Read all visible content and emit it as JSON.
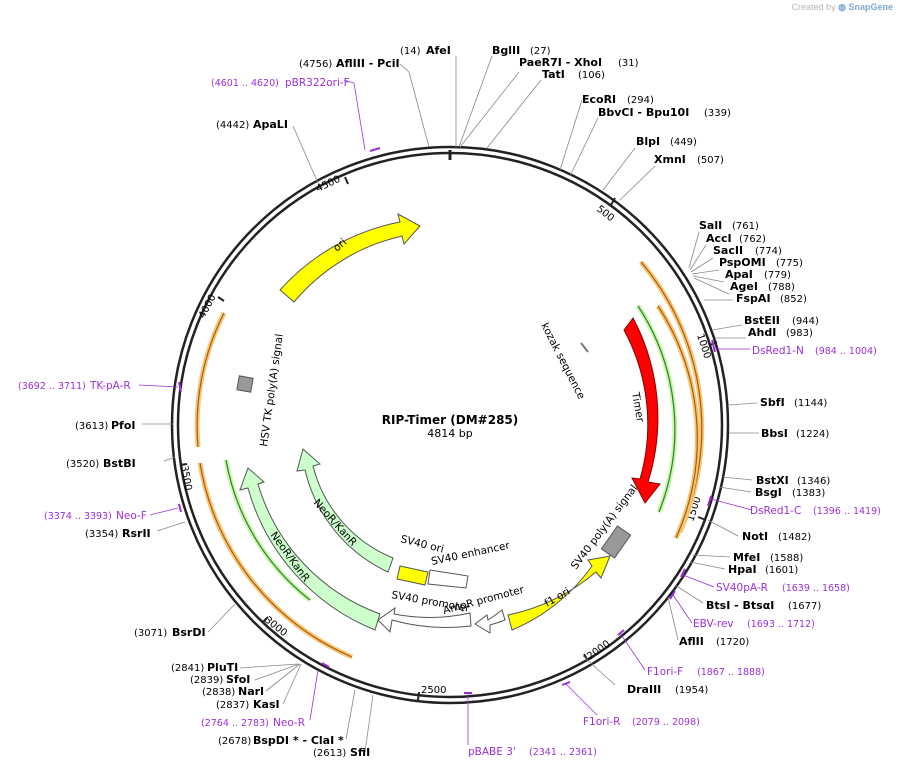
{
  "credit": {
    "prefix": "Created by",
    "brand": "SnapGene"
  },
  "plasmid": {
    "name": "RIP-Timer (DM#285)",
    "length": "4814 bp"
  },
  "tick_labels": [
    "500",
    "1000",
    "1500",
    "2000",
    "2500",
    "3000",
    "3500",
    "4000",
    "4500"
  ],
  "sites": [
    {
      "name": "AflIII  - PciI",
      "num": "(4756)"
    },
    {
      "name": "AfeI",
      "num": "(14)"
    },
    {
      "name": "BglII",
      "num": "(27)"
    },
    {
      "name": "PaeR7I  - XhoI",
      "num": "(31)"
    },
    {
      "name": "TatI",
      "num": "(106)"
    },
    {
      "name": "EcoRI",
      "num": "(294)"
    },
    {
      "name": "BbvCI  - Bpu10I",
      "num": "(339)"
    },
    {
      "name": "BlpI",
      "num": "(449)"
    },
    {
      "name": "XmnI",
      "num": "(507)"
    },
    {
      "name": "SalI",
      "num": "(761)"
    },
    {
      "name": "AccI",
      "num": "(762)"
    },
    {
      "name": "SacII",
      "num": "(774)"
    },
    {
      "name": "PspOMI",
      "num": "(775)"
    },
    {
      "name": "ApaI",
      "num": "(779)"
    },
    {
      "name": "AgeI",
      "num": "(788)"
    },
    {
      "name": "FspAI",
      "num": "(852)"
    },
    {
      "name": "BstEII",
      "num": "(944)"
    },
    {
      "name": "AhdI",
      "num": "(983)"
    },
    {
      "name": "SbfI",
      "num": "(1144)"
    },
    {
      "name": "BbsI",
      "num": "(1224)"
    },
    {
      "name": "BstXI",
      "num": "(1346)"
    },
    {
      "name": "BsgI",
      "num": "(1383)"
    },
    {
      "name": "NotI",
      "num": "(1482)"
    },
    {
      "name": "MfeI",
      "num": "(1588)"
    },
    {
      "name": "HpaI",
      "num": "(1601)"
    },
    {
      "name": "BtsI  - BtsαI",
      "num": "(1677)"
    },
    {
      "name": "AflII",
      "num": "(1720)"
    },
    {
      "name": "DraIII",
      "num": "(1954)"
    },
    {
      "name": "SfiI",
      "num": "(2613)"
    },
    {
      "name": "BspDI *  - ClaI *",
      "num": "(2678)"
    },
    {
      "name": "KasI",
      "num": "(2837)"
    },
    {
      "name": "NarI",
      "num": "(2838)"
    },
    {
      "name": "SfoI",
      "num": "(2839)"
    },
    {
      "name": "PluTI",
      "num": "(2841)"
    },
    {
      "name": "BsrDI",
      "num": "(3071)"
    },
    {
      "name": "RsrII",
      "num": "(3354)"
    },
    {
      "name": "BstBI",
      "num": "(3520)"
    },
    {
      "name": "PfoI",
      "num": "(3613)"
    },
    {
      "name": "ApaLI",
      "num": "(4442)"
    }
  ],
  "primers": [
    {
      "name": "pBR322ori-F",
      "range": "(4601 .. 4620)"
    },
    {
      "name": "DsRed1-N",
      "range": "(984 .. 1004)"
    },
    {
      "name": "DsRed1-C",
      "range": "(1396 .. 1419)"
    },
    {
      "name": "SV40pA-R",
      "range": "(1639 .. 1658)"
    },
    {
      "name": "EBV-rev",
      "range": "(1693 .. 1712)"
    },
    {
      "name": "F1ori-F",
      "range": "(1867 .. 1888)"
    },
    {
      "name": "F1ori-R",
      "range": "(2079 .. 2098)"
    },
    {
      "name": "pBABE 3'",
      "range": "(2341 .. 2361)"
    },
    {
      "name": "Neo-R",
      "range": "(2764 .. 2783)"
    },
    {
      "name": "Neo-F",
      "range": "(3374 .. 3393)"
    },
    {
      "name": "TK-pA-R",
      "range": "(3692 .. 3711)"
    }
  ],
  "features": {
    "ori": "ori",
    "hsv": "HSV TK poly(A) signal",
    "kozak": "kozak sequence",
    "timer": "Timer",
    "sv40pa": "SV40 poly(A) signal",
    "f1ori": "f1 ori",
    "ampr": "AmpR promoter",
    "sv40prom": "SV40 promoter",
    "sv40enh": "SV40 enhancer",
    "sv40ori": "SV40 ori",
    "neo_outer": "NeoR/KanR",
    "neo_inner": "NeoR/KanR"
  },
  "colors": {
    "backbone": "#222222",
    "primer": "#9b30d6",
    "ori_yellow": "#ffff00",
    "timer_red": "#ff0000",
    "neo_green": "#ccffcc",
    "orf_orange": "#f5a623",
    "orf_green": "#2e7d32",
    "feature_gray": "#999999"
  }
}
